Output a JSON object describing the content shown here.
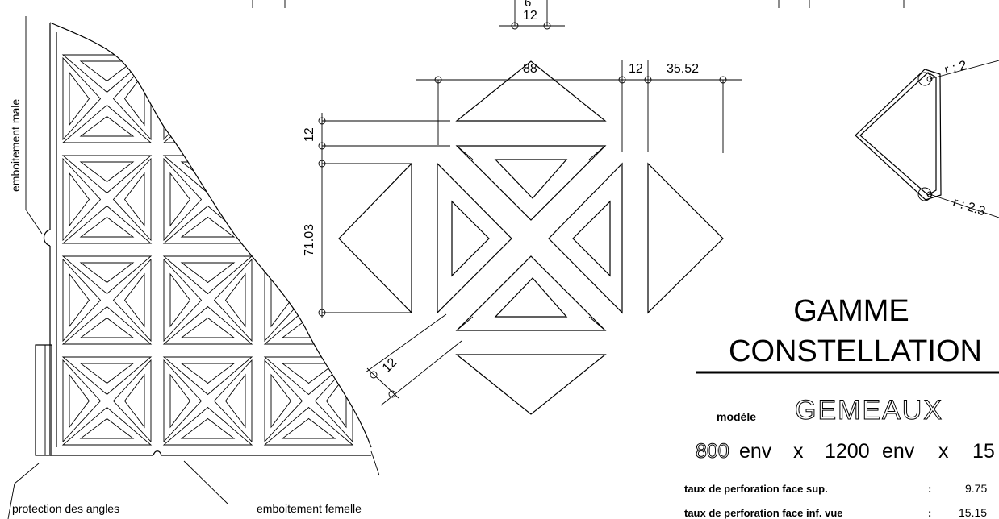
{
  "dimensions": {
    "top_gap": "12",
    "top_gap_partial": "6",
    "triangle_width": "88",
    "gap_right": "12",
    "right_width": "35.52",
    "left_gap": "12",
    "left_height": "71.03",
    "diagonal_gap": "12"
  },
  "radii": {
    "r_top": "r : 2",
    "r_bottom": "r : 2.3"
  },
  "labels": {
    "male_joint": "emboitement  male",
    "corner_protection": "protection  des  angles",
    "female_joint": "emboitement  femelle"
  },
  "title": {
    "line1": "GAMME",
    "line2": "CONSTELLATION"
  },
  "model": {
    "label": "modèle",
    "name": "GEMEAUX"
  },
  "size": {
    "length": "800",
    "length_unit": "env",
    "sep1": "x",
    "width": "1200",
    "width_unit": "env",
    "sep2": "x",
    "thickness": "15"
  },
  "perforation": {
    "sup_label": "taux  de  perforation  face  sup.",
    "sup_colon": ":",
    "sup_value": "9.75",
    "inf_label": "taux  de  perforation  face  inf. vue",
    "inf_colon": ":",
    "inf_value": "15.15"
  }
}
